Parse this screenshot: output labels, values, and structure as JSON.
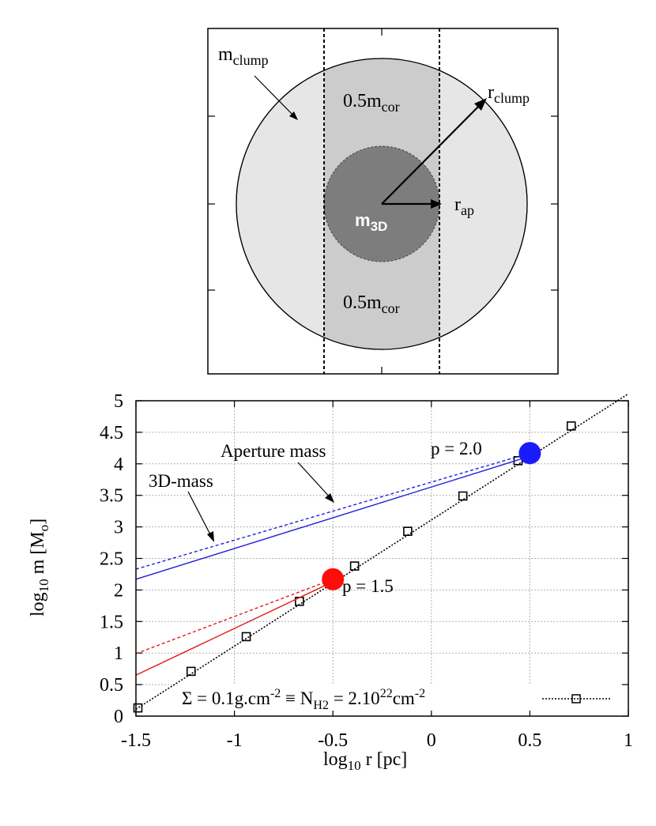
{
  "diagram": {
    "clump_mass": {
      "main": "m",
      "sub": "clump"
    },
    "cor_top": {
      "main": "0.5m",
      "sub": "cor"
    },
    "cor_bottom": {
      "main": "0.5m",
      "sub": "cor"
    },
    "clump_radius": {
      "main": "r",
      "sub": "clump"
    },
    "aperture_radius": {
      "main": "r",
      "sub": "ap"
    },
    "mass_3d": {
      "main": "m",
      "sub": "3D"
    },
    "colors": {
      "clump": "#e6e6e6",
      "aperture_band": "#cccccc",
      "core": "#7d7d7d",
      "core_label": "#ffffff"
    }
  },
  "chart_data": {
    "type": "line",
    "xlabel": {
      "pre": "log",
      "sub": "10",
      "post": " r [pc]"
    },
    "ylabel": {
      "pre": "log",
      "sub": "10",
      "mid": " m [M",
      "sub2": "o",
      "post": "]"
    },
    "xlim": [
      -1.5,
      1
    ],
    "ylim": [
      0,
      5
    ],
    "x_ticks": [
      -1.5,
      -1,
      -0.5,
      0,
      0.5,
      1
    ],
    "x_tick_labels": [
      "-1.5",
      "-1",
      "-0.5",
      "0",
      "0.5",
      "1"
    ],
    "y_ticks": [
      0,
      0.5,
      1,
      1.5,
      2,
      2.5,
      3,
      3.5,
      4,
      4.5,
      5
    ],
    "y_tick_labels": [
      "0",
      "0.5",
      "1",
      "1.5",
      "2",
      "2.5",
      "3",
      "3.5",
      "4",
      "4.5",
      "5"
    ],
    "grid": true,
    "legend_position": "bottom-right",
    "legend_label": {
      "p1": "Σ = 0.1g.cm",
      "s1": "-2",
      "p2": " ≡ N",
      "s2": "H2",
      "p3": " = 2.10",
      "s3": "22",
      "p4": "cm",
      "s4": "-2"
    },
    "series": [
      {
        "name": "Σ = 0.1g.cm-2 ≡ NH2 = 2.1022cm-2",
        "style": "dotted-squares",
        "color": "#000000",
        "x": [
          -1.49,
          -1.22,
          -0.94,
          -0.67,
          -0.39,
          -0.12,
          0.16,
          0.44,
          0.71
        ],
        "y": [
          0.13,
          0.71,
          1.26,
          1.82,
          2.38,
          2.93,
          3.49,
          4.05,
          4.6
        ],
        "line_x": [
          -1.5,
          1.0
        ],
        "line_y": [
          0.11,
          5.11
        ]
      },
      {
        "style": "solid",
        "color": "#2121d9",
        "x": [
          -1.5,
          0.5
        ],
        "y": [
          2.17,
          4.12
        ]
      },
      {
        "style": "dashed",
        "color": "#2121d9",
        "x": [
          -1.5,
          0.5
        ],
        "y": [
          2.33,
          4.17
        ]
      },
      {
        "style": "solid",
        "color": "#e01a1a",
        "x": [
          -1.5,
          -0.5
        ],
        "y": [
          0.65,
          2.13
        ]
      },
      {
        "style": "dashed",
        "color": "#e01a1a",
        "x": [
          -1.5,
          -0.5
        ],
        "y": [
          0.99,
          2.17
        ]
      }
    ],
    "points": [
      {
        "x": 0.5,
        "y": 4.17,
        "color": "#1a1aff"
      },
      {
        "x": -0.5,
        "y": 2.17,
        "color": "#ff0d0d"
      }
    ],
    "annotations": [
      {
        "text": "Aperture mass",
        "arrow_to": [
          -0.65,
          3.35
        ]
      },
      {
        "text": "3D-mass",
        "arrow_to": [
          -1.08,
          2.62
        ]
      },
      {
        "text": "p = 2.0"
      },
      {
        "text": "p = 1.5"
      }
    ]
  }
}
